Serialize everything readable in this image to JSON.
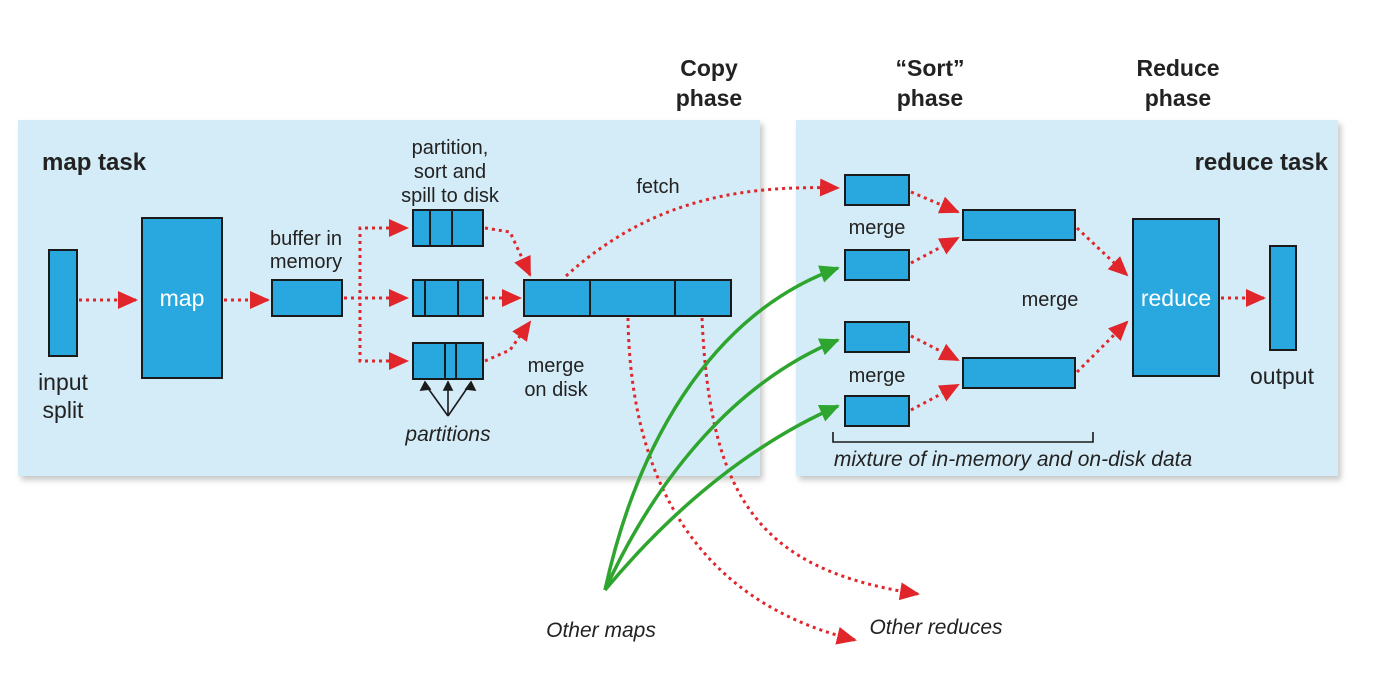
{
  "phases": {
    "copy_line1": "Copy",
    "copy_line2": "phase",
    "sort_line1": "“Sort”",
    "sort_line2": "phase",
    "reduce_line1": "Reduce",
    "reduce_line2": "phase"
  },
  "map_task": {
    "title": "map task",
    "input_split_line1": "input",
    "input_split_line2": "split",
    "map_label": "map",
    "buffer_line1": "buffer in",
    "buffer_line2": "memory",
    "partition_line1": "partition,",
    "partition_line2": "sort and",
    "partition_line3": "spill to disk",
    "partitions_label": "partitions",
    "merge_disk_line1": "merge",
    "merge_disk_line2": "on disk",
    "fetch_label": "fetch"
  },
  "reduce_task": {
    "title": "reduce task",
    "merge_top": "merge",
    "merge_middle": "merge",
    "merge_bottom": "merge",
    "reduce_label": "reduce",
    "output_label": "output",
    "mixture_label": "mixture of in-memory and on-disk data"
  },
  "outside": {
    "other_maps": "Other maps",
    "other_reduces": "Other reduces"
  },
  "colors": {
    "panel": "#d4ecf7",
    "box": "#29a8e0",
    "arrow_red": "#e0262b",
    "arrow_green": "#2ea52e"
  }
}
